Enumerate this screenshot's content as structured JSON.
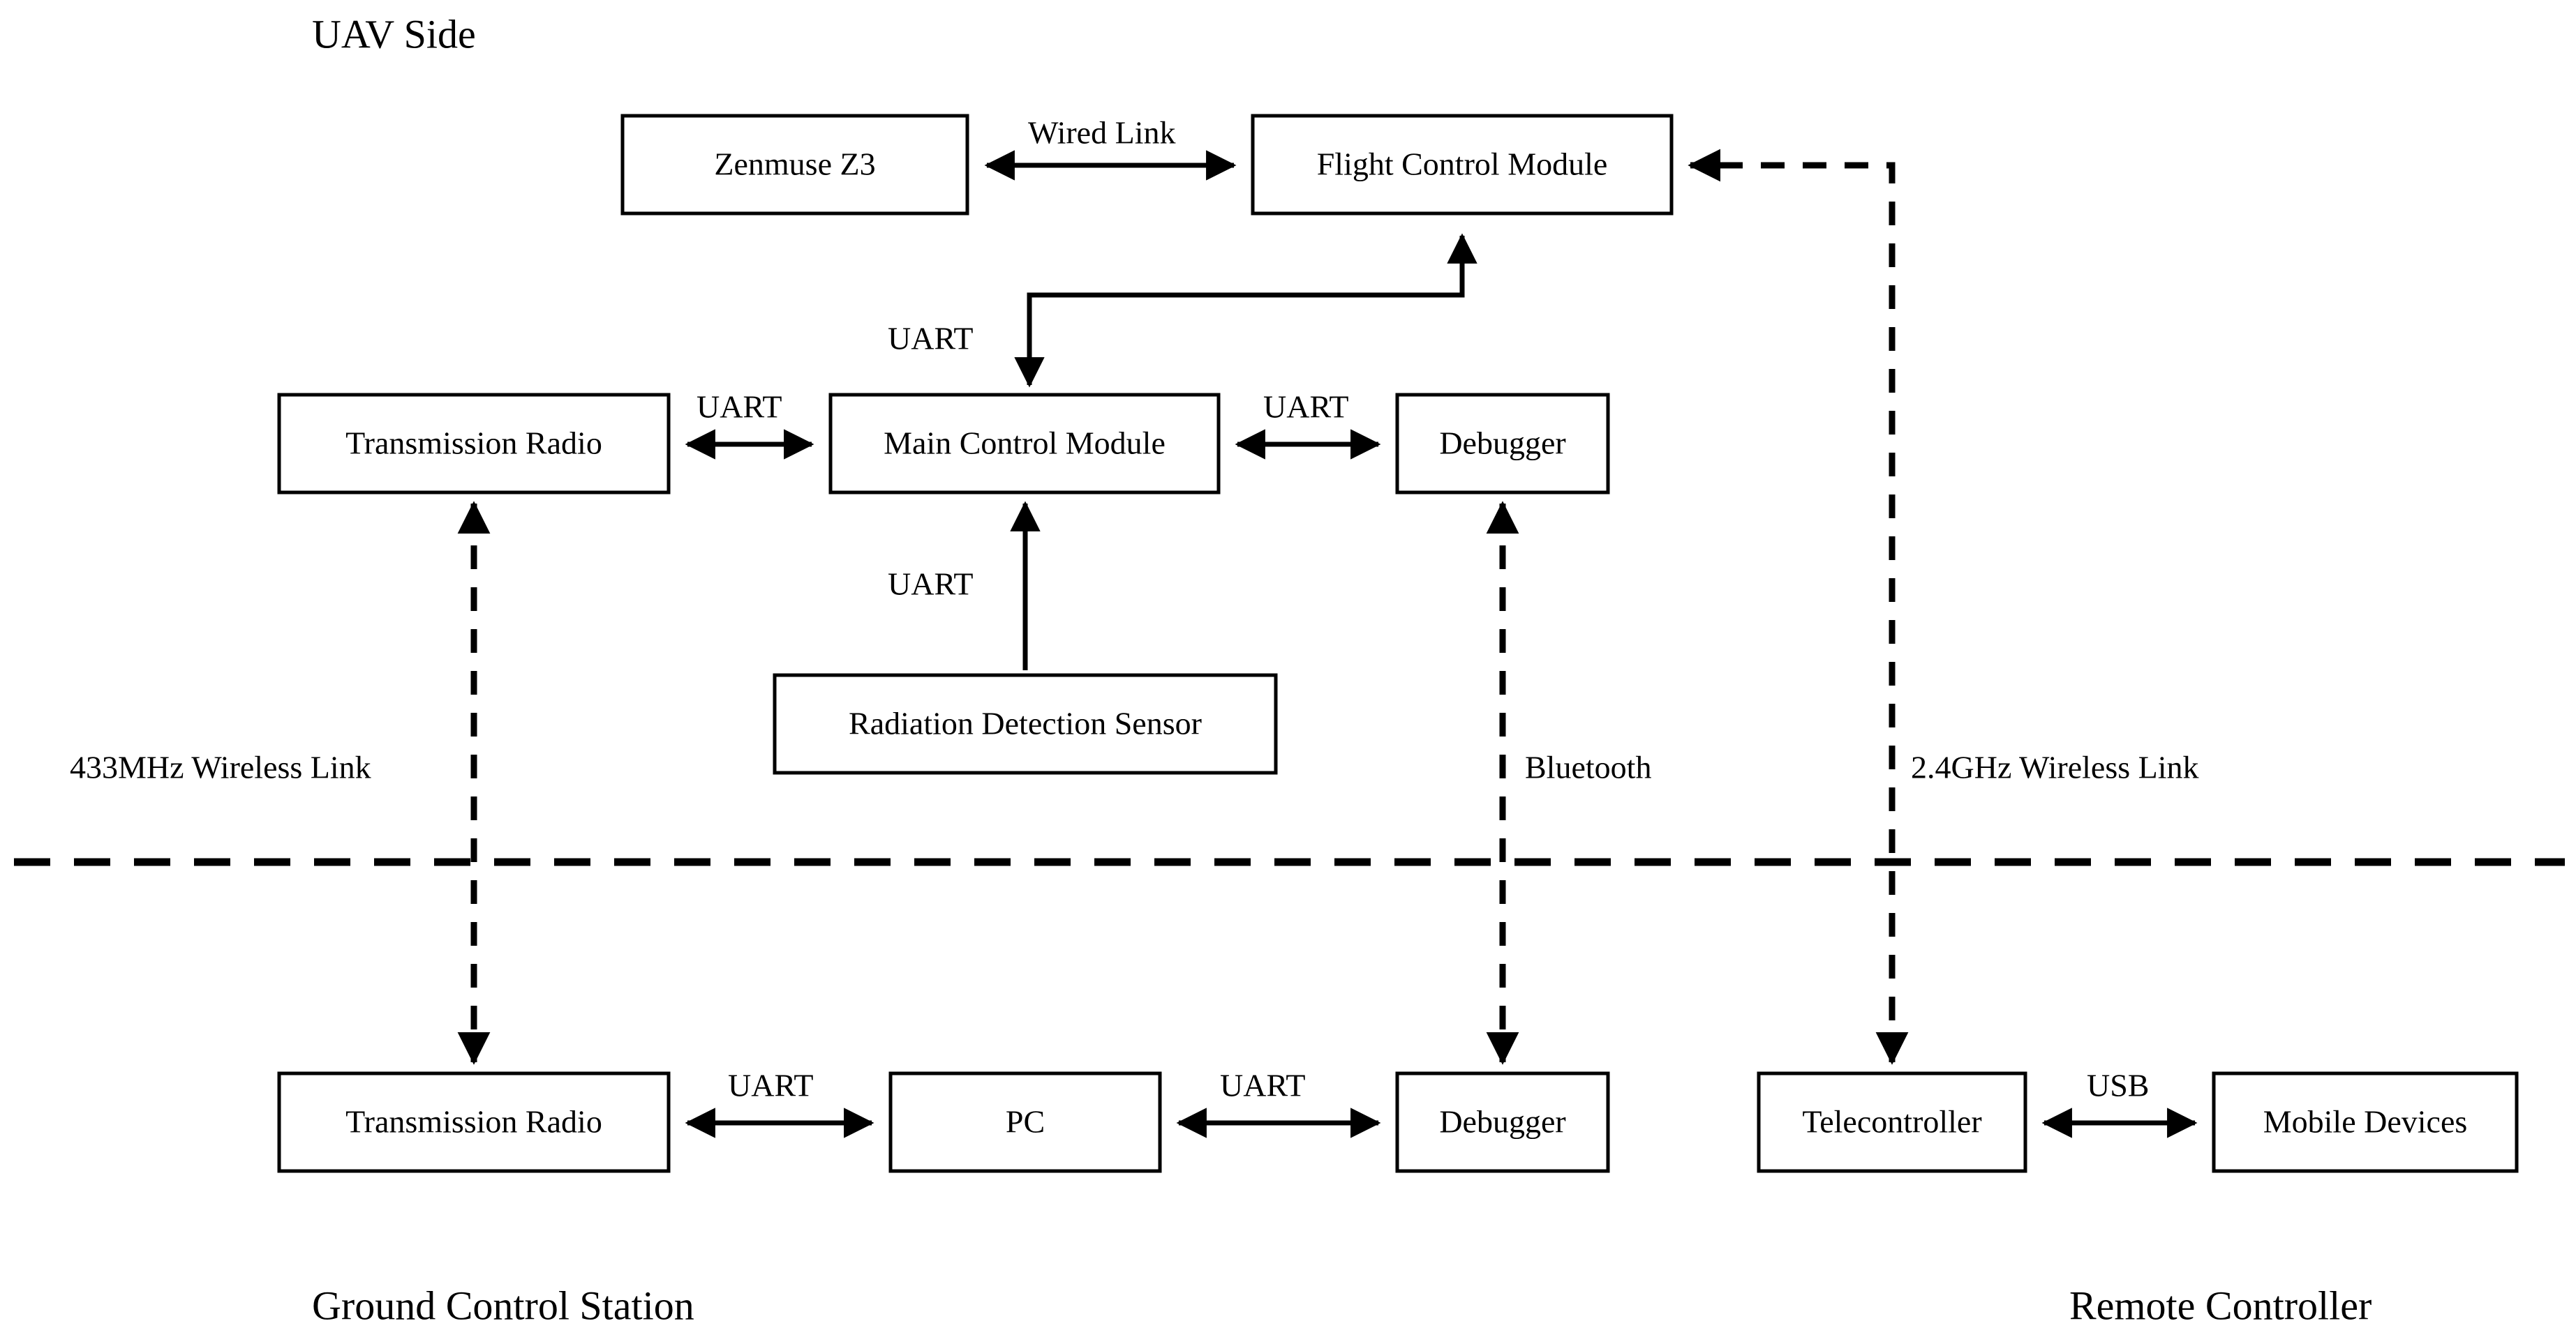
{
  "figure": {
    "type": "system-architecture-block-diagram",
    "background": "#ffffff",
    "stroke_color": "#000000"
  },
  "titles": {
    "uav_side": "UAV Side",
    "ground_control_station": "Ground Control Station",
    "remote_controller": "Remote Controller"
  },
  "nodes": {
    "zenmuse": "Zenmuse Z3",
    "flight_control": "Flight Control Module",
    "transmission_radio_uav": "Transmission Radio",
    "main_control": "Main Control Module",
    "debugger_uav": "Debugger",
    "radiation_sensor": "Radiation Detection Sensor",
    "transmission_radio_gcs": "Transmission Radio",
    "pc": "PC",
    "debugger_gcs": "Debugger",
    "telecontroller": "Telecontroller",
    "mobile_devices": "Mobile Devices"
  },
  "edge_labels": {
    "wired_link": "Wired Link",
    "uart_fc_mcu": "UART",
    "uart_radio_mcu": "UART",
    "uart_mcu_debugger": "UART",
    "uart_sensor_mcu": "UART",
    "wireless_433": "433MHz Wireless Link",
    "bluetooth": "Bluetooth",
    "wireless_24ghz": "2.4GHz Wireless Link",
    "uart_radio_pc": "UART",
    "uart_pc_debugger": "UART",
    "usb": "USB"
  },
  "connections": [
    {
      "from": "Zenmuse Z3",
      "to": "Flight Control Module",
      "label": "Wired Link",
      "style": "solid",
      "direction": "bidirectional"
    },
    {
      "from": "Flight Control Module",
      "to": "Main Control Module",
      "label": "UART",
      "style": "solid",
      "direction": "bidirectional"
    },
    {
      "from": "Transmission Radio",
      "to": "Main Control Module",
      "label": "UART",
      "style": "solid",
      "direction": "bidirectional"
    },
    {
      "from": "Main Control Module",
      "to": "Debugger",
      "label": "UART",
      "style": "solid",
      "direction": "bidirectional"
    },
    {
      "from": "Radiation Detection Sensor",
      "to": "Main Control Module",
      "label": "UART",
      "style": "solid",
      "direction": "unidirectional"
    },
    {
      "from": "Transmission Radio (UAV)",
      "to": "Transmission Radio (GCS)",
      "label": "433MHz Wireless Link",
      "style": "dashed",
      "direction": "bidirectional"
    },
    {
      "from": "Debugger (UAV)",
      "to": "Debugger (GCS)",
      "label": "Bluetooth",
      "style": "dashed",
      "direction": "bidirectional"
    },
    {
      "from": "Telecontroller",
      "to": "Flight Control Module",
      "label": "2.4GHz Wireless Link",
      "style": "dashed",
      "direction": "bidirectional"
    },
    {
      "from": "Transmission Radio (GCS)",
      "to": "PC",
      "label": "UART",
      "style": "solid",
      "direction": "bidirectional"
    },
    {
      "from": "PC",
      "to": "Debugger (GCS)",
      "label": "UART",
      "style": "solid",
      "direction": "bidirectional"
    },
    {
      "from": "Telecontroller",
      "to": "Mobile Devices",
      "label": "USB",
      "style": "solid",
      "direction": "bidirectional"
    }
  ]
}
